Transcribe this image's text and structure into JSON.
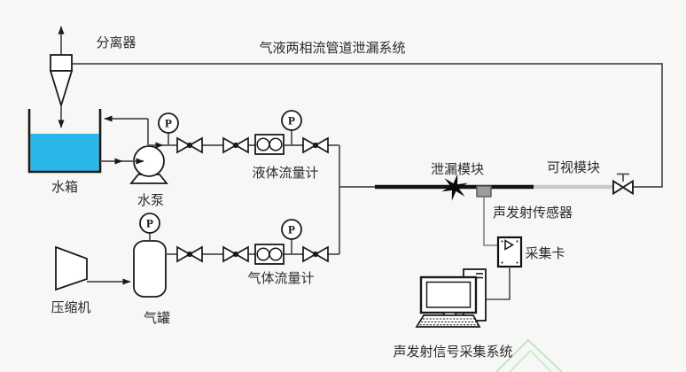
{
  "diagram": {
    "title": "气液两相流管道泄漏系统",
    "gauge_label": "P",
    "labels": {
      "separator": "分离器",
      "water_tank": "水箱",
      "water_pump": "水泵",
      "liquid_flow_meter": "液体流量计",
      "gas_flow_meter": "气体流量计",
      "compressor": "压缩机",
      "gas_tank": "气罐",
      "leak_module": "泄漏模块",
      "visual_module": "可视模块",
      "ae_sensor": "声发射传感器",
      "daq_card": "采集卡",
      "ae_system": "声发射信号采集系统"
    },
    "colors": {
      "water": "#29b6e8",
      "pipe_thick": "#141414",
      "visual_pipe": "#c9c9c9",
      "sensor_fill": "#9c9c9c",
      "line": "#4d4d4d",
      "watermark": "#b9e7b9",
      "background": "#f7f7f5"
    }
  }
}
